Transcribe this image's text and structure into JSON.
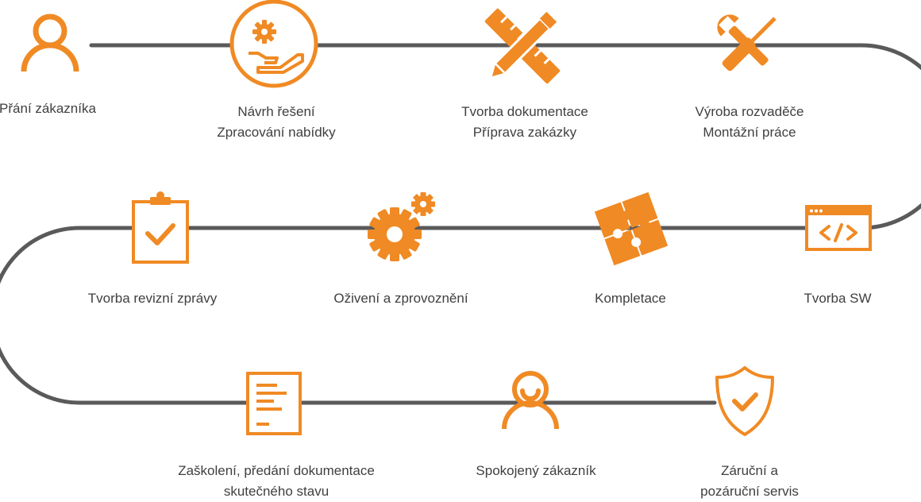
{
  "colors": {
    "accent": "#f08a24",
    "path": "#5a5a5a",
    "text": "#3f3f3f",
    "background": "#ffffff"
  },
  "steps": [
    {
      "icon": "person-icon",
      "lines": [
        "Přání zákazníka"
      ]
    },
    {
      "icon": "hand-gear-icon",
      "lines": [
        "Návrh řešení",
        "Zpracování nabídky"
      ]
    },
    {
      "icon": "ruler-pencil-icon",
      "lines": [
        "Tvorba dokumentace",
        "Příprava zakázky"
      ]
    },
    {
      "icon": "wrench-screwdriver-icon",
      "lines": [
        "Výroba rozvaděče",
        "Montážní práce"
      ]
    },
    {
      "icon": "code-window-icon",
      "lines": [
        "Tvorba SW"
      ]
    },
    {
      "icon": "puzzle-icon",
      "lines": [
        "Kompletace"
      ]
    },
    {
      "icon": "gears-icon",
      "lines": [
        "Oživení a zprovoznění"
      ]
    },
    {
      "icon": "clipboard-check-icon",
      "lines": [
        "Tvorba revizní zprávy"
      ]
    },
    {
      "icon": "document-icon",
      "lines": [
        "Zaškolení, předání dokumentace",
        "skutečného stavu"
      ]
    },
    {
      "icon": "happy-person-icon",
      "lines": [
        "Spokojený zákazník"
      ]
    },
    {
      "icon": "shield-check-icon",
      "lines": [
        "Záruční a",
        "pozáruční servis"
      ]
    }
  ]
}
